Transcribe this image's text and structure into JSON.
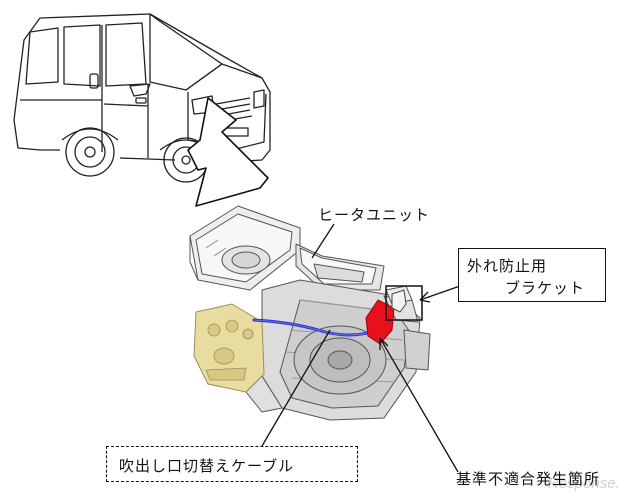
{
  "labels": {
    "heater_unit": "ヒータユニット",
    "bracket_line1": "外れ防止用",
    "bracket_line2": "ブラケット",
    "cable": "吹出し口切替えケーブル",
    "defect_location": "基準不適合発生箇所"
  },
  "watermark": "Response.",
  "colors": {
    "defect_part": "#e8101a",
    "cable": "#2a32c8",
    "duct_part": "#e8dca0",
    "line": "#222222"
  }
}
